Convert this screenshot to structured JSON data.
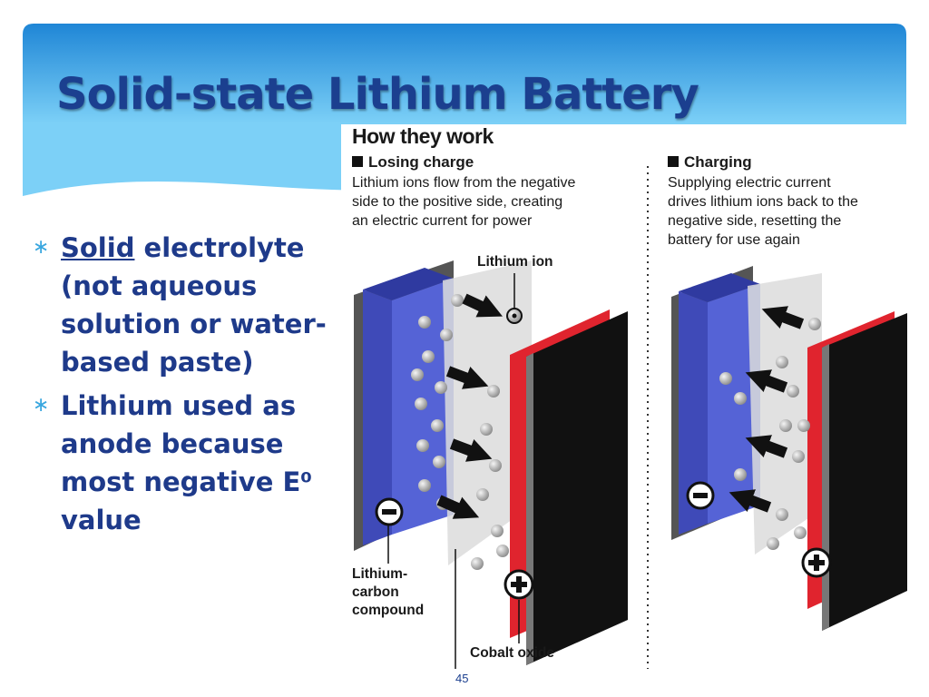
{
  "slide": {
    "title": "Solid-state Lithium Battery",
    "page_number": "45",
    "colors": {
      "header_top": "#1f86d6",
      "header_bottom": "#7cd0f7",
      "title": "#1b3f8f",
      "bullet_text": "#1e3a8a",
      "bullet_marker": "#3aa7df"
    }
  },
  "bullets": [
    {
      "marker": "∗",
      "underlined": "Solid",
      "rest": " electrolyte (not aqueous solution or water-based paste)"
    },
    {
      "marker": "∗",
      "text": "Lithium used as anode because most negative E⁰ value"
    }
  ],
  "figure": {
    "heading": "How they work",
    "losing_charge": {
      "title": "Losing charge",
      "lines": [
        "Lithium ions flow from the negative",
        "side to the positive side, creating",
        "an electric current for power"
      ]
    },
    "charging": {
      "title": "Charging",
      "lines": [
        "Supplying electric current",
        "drives lithium ions back to the",
        "negative side, resetting the",
        "battery for use again"
      ]
    },
    "labels": {
      "lithium_ion": "Lithium ion",
      "lithium_carbon": [
        "Lithium-",
        "carbon",
        "compound"
      ],
      "cobalt_oxide": "Cobalt oxide",
      "minus": "−",
      "plus": "+"
    },
    "colors": {
      "anode": "#4a55c8",
      "cathode": "#e0242e",
      "plate": "#111111",
      "separator": "#dcdcdc",
      "ion": "#a8a8a8"
    }
  }
}
